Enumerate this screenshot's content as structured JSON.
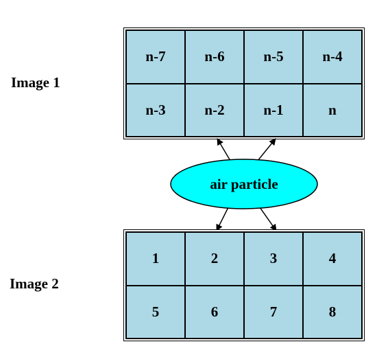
{
  "diagram": {
    "image1": {
      "label": "Image 1",
      "cells": [
        "n-7",
        "n-6",
        "n-5",
        "n-4",
        "n-3",
        "n-2",
        "n-1",
        "n"
      ]
    },
    "image2": {
      "label": "Image 2",
      "cells": [
        "1",
        "2",
        "3",
        "4",
        "5",
        "6",
        "7",
        "8"
      ]
    },
    "center_node": {
      "label": "air particle"
    },
    "colors": {
      "cell_fill": "#add8e6",
      "ellipse_fill": "#00ffff",
      "stroke": "#000000"
    }
  }
}
